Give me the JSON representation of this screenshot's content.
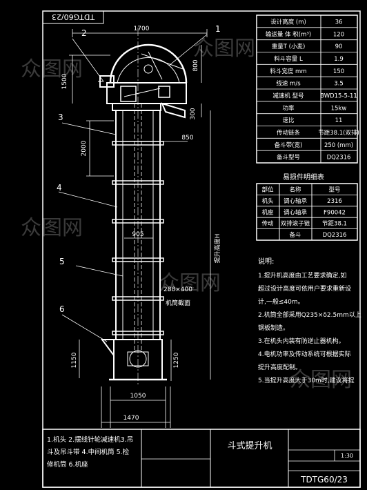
{
  "drawing_no_top": "TDTG60/23",
  "drawing_no_bottom": "TDTG60/23",
  "title": "斗式提升机",
  "scale": "1:30",
  "watermark": "众图网",
  "callouts": [
    "1",
    "2",
    "3",
    "4",
    "5",
    "6"
  ],
  "legend": "1.机头  2.摆线针轮减速机3.吊斗及吊斗带  4.中间机筒  5.检修机筒  6.机座",
  "dims": {
    "top_width": "1700",
    "d1500": "1500",
    "d800": "800",
    "d300": "300",
    "d2000": "2000",
    "d850": "850",
    "d905": "905",
    "section": "288×400",
    "section_label": "机筒截面",
    "d1150": "1150",
    "d1250": "1250",
    "d1050": "1050",
    "d1470": "1470",
    "height_label": "提升高度H"
  },
  "spec_table": [
    [
      "设计高度 (m)",
      "36"
    ],
    [
      "输送量 体 积(m³)",
      "120"
    ],
    [
      "重量T (小麦)",
      "90"
    ],
    [
      "料斗容量 L",
      "1.9"
    ],
    [
      "料斗宽度 mm",
      "150"
    ],
    [
      "线速 m/s",
      "3.5"
    ],
    [
      "减速机 型号",
      "BWD15-5-11"
    ],
    [
      "功率",
      "15kw"
    ],
    [
      "速比",
      "11"
    ],
    [
      "传动链条",
      "节距38.1(双排)"
    ],
    [
      "备斗带(宽)",
      "250 (mm)"
    ],
    [
      "备斗型号",
      "DQ2316"
    ]
  ],
  "parts_title": "易损件明细表",
  "parts_header": [
    "部位",
    "名称",
    "型号"
  ],
  "parts_rows": [
    [
      "机头",
      "调心轴承",
      "2316"
    ],
    [
      "机座",
      "调心轴承",
      "F90042"
    ],
    [
      "传动",
      "双排滚子链",
      "节距38.1"
    ],
    [
      "",
      "备斗",
      "DQ2316"
    ]
  ],
  "notes_title": "说明:",
  "notes": [
    "1.提升机高度由工艺要求确定,如",
    "超过设计高度可依用户要求重新设",
    "计,一般≤40m。",
    "2.机筒全部采用Q235×δ2.5mm以上",
    "钢板制造。",
    "3.在机头内装有防逆止器机构。",
    "4.电机功率及传动系统可根据实际",
    "提升高度配制。",
    "5.当提升高度大于30m时,建议将提"
  ]
}
